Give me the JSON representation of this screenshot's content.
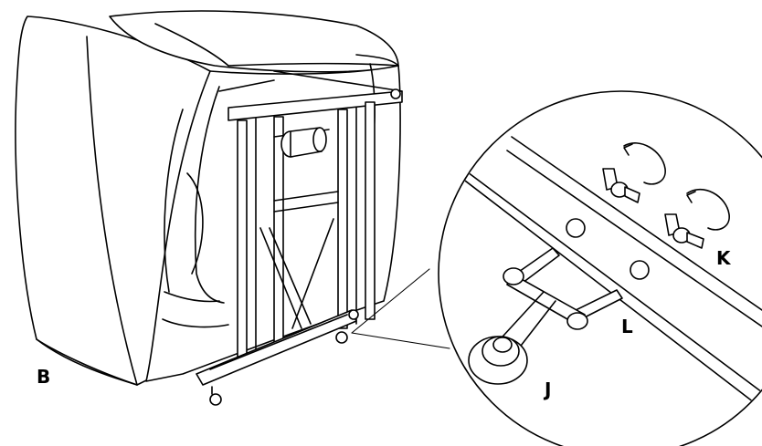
{
  "labels": {
    "b": "B",
    "j": "J",
    "k": "K",
    "l": "L"
  },
  "colors": {
    "line": "#000000",
    "background": "#ffffff"
  }
}
